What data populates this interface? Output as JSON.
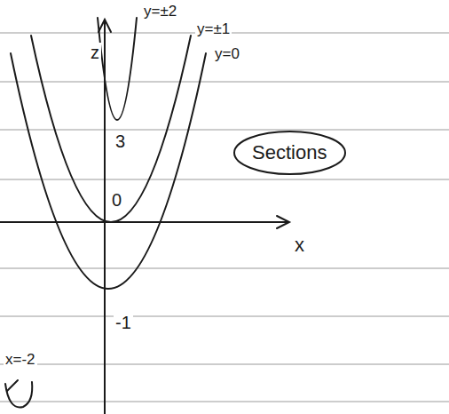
{
  "diagram": {
    "nodes": [
      {
        "text": [
          "Sections"
        ]
      }
    ],
    "labels": [
      "z",
      "y=±2",
      "y=±1",
      "y=0",
      "3",
      "0",
      "-1",
      "x",
      "x=-2"
    ]
  }
}
